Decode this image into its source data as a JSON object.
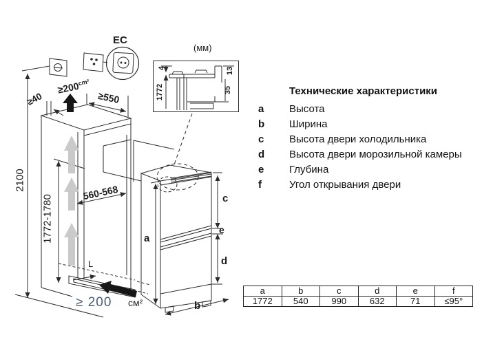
{
  "diagram": {
    "ec_label": "EC",
    "mm_label": "(мм)",
    "cabinet": {
      "total_height": "2100",
      "niche_height": "1772-1780",
      "niche_width": "560-568",
      "depth": "≥550",
      "wall_gap": "≥40",
      "top_vent_value": "≥200",
      "top_vent_unit": "cm²",
      "bottom_vent_value": "≥ 200",
      "bottom_vent_unit": "см²",
      "plinth_label": "L"
    },
    "inset_detail": {
      "gap_top": "4",
      "height": "1772",
      "edge_top": "13",
      "edge_side": "35"
    },
    "fridge_dims": {
      "a": "a",
      "b": "b",
      "c": "c",
      "d": "d",
      "e": "e"
    },
    "colors": {
      "bottom_vent_text": "#4c5e77",
      "airflow_gray": "#c6c6c6",
      "line": "#2b2b2b"
    }
  },
  "specs": {
    "title": "Технические характеристики",
    "items": [
      {
        "key": "a",
        "label": "Высота"
      },
      {
        "key": "b",
        "label": "Ширина"
      },
      {
        "key": "c",
        "label": "Высота двери холодильника"
      },
      {
        "key": "d",
        "label": "Высота двери морозильной камеры"
      },
      {
        "key": "e",
        "label": "Глубина"
      },
      {
        "key": "f",
        "label": "Угол открывания двери"
      }
    ]
  },
  "table": {
    "headers": [
      "a",
      "b",
      "c",
      "d",
      "e",
      "f"
    ],
    "values": [
      "1772",
      "540",
      "990",
      "632",
      "71",
      "≤95°"
    ]
  }
}
